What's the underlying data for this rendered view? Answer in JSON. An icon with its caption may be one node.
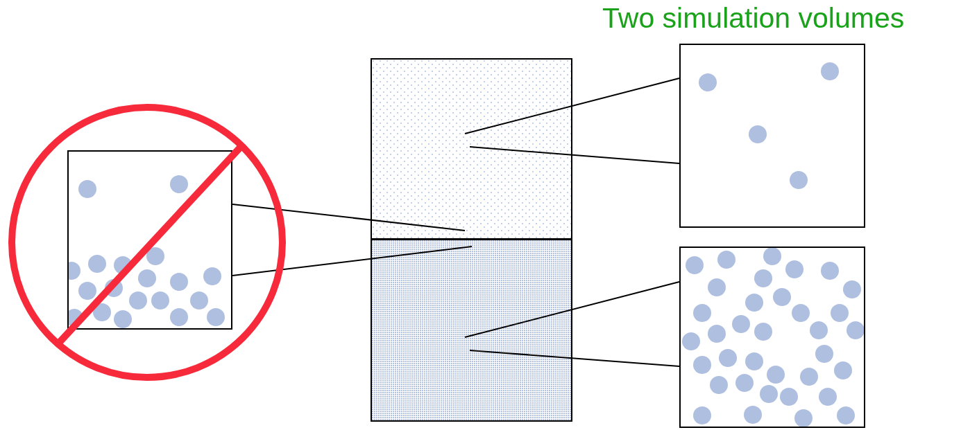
{
  "diagram": {
    "title": "Two simulation volumes",
    "nodes": [
      {
        "text": [],
        "shape": "picture"
      },
      {
        "text": [],
        "shape": "box"
      },
      {
        "text": [],
        "shape": "box"
      },
      {
        "text": [],
        "shape": "picture"
      },
      {
        "text": [],
        "shape": "picture"
      }
    ],
    "edges": [
      {
        "from": 0,
        "to": 1,
        "arrow": "none"
      },
      {
        "from": 0,
        "to": 2,
        "arrow": "none"
      },
      {
        "from": 3,
        "to": 1,
        "arrow": "none"
      },
      {
        "from": 3,
        "to": 1,
        "arrow": "none"
      },
      {
        "from": 4,
        "to": 2,
        "arrow": "none"
      },
      {
        "from": 4,
        "to": 2,
        "arrow": "none"
      }
    ]
  }
}
